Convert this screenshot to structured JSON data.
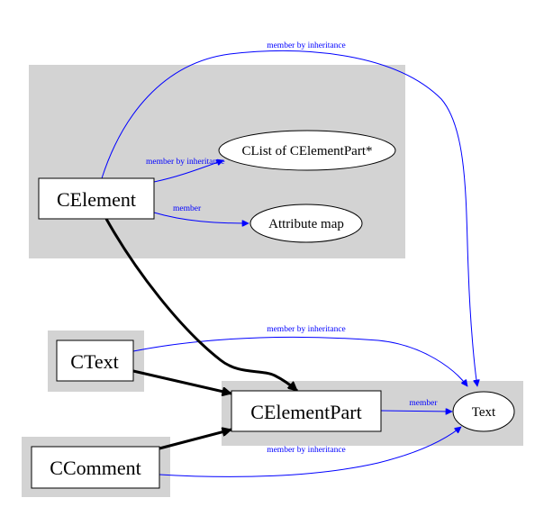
{
  "nodes": {
    "celement": "CElement",
    "clist": "CList of CElementPart*",
    "attribute_map": "Attribute map",
    "ctext": "CText",
    "celementpart": "CElementPart",
    "text": "Text",
    "ccomment": "CComment"
  },
  "edges": {
    "celement_to_text": "member by inheritance",
    "celement_to_clist": "member by inheritance",
    "celement_to_attribute_map": "member",
    "ctext_to_text": "member by inheritance",
    "celementpart_to_text": "member",
    "ccomment_to_text": "member by inheritance"
  },
  "colors": {
    "cluster_fill": "#d3d3d3",
    "member_edge": "#0000ff",
    "inheritance_edge": "#000000"
  }
}
